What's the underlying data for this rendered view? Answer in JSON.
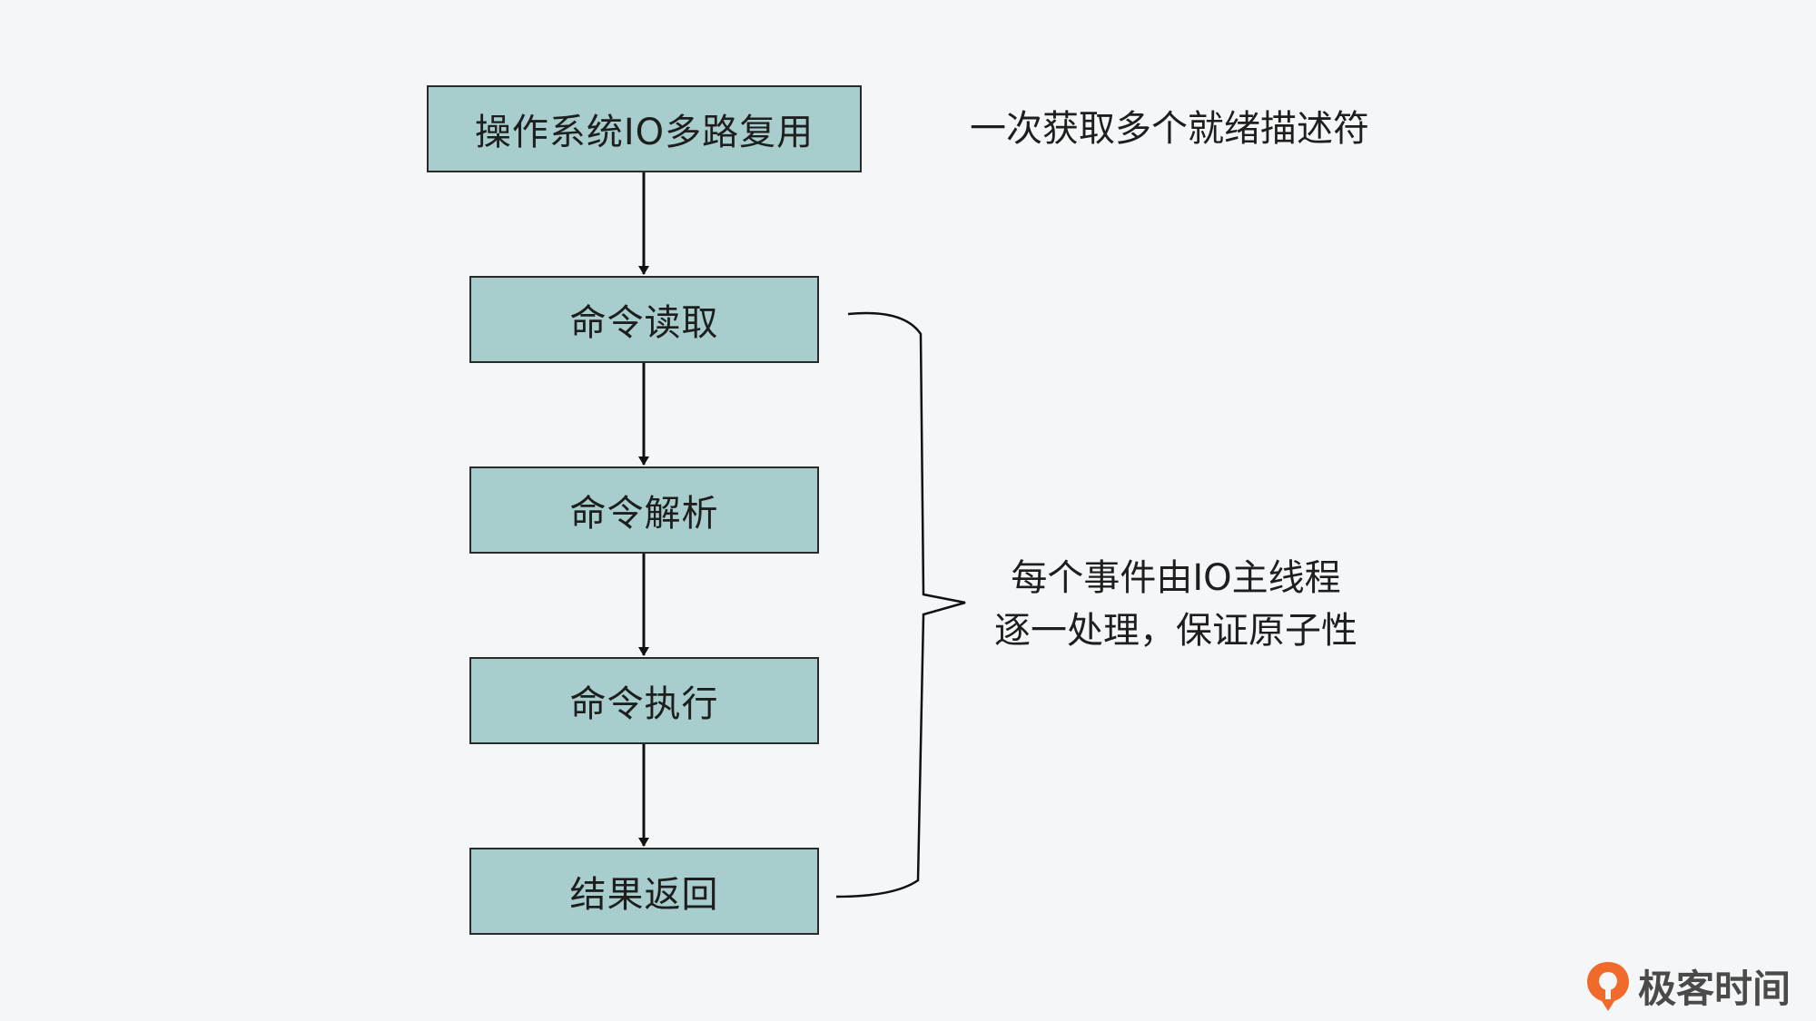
{
  "flow": {
    "steps": [
      {
        "label": "操作系统IO多路复用"
      },
      {
        "label": "命令读取"
      },
      {
        "label": "命令解析"
      },
      {
        "label": "命令执行"
      },
      {
        "label": "结果返回"
      }
    ]
  },
  "annotations": {
    "top_note": "一次获取多个就绪描述符",
    "brace_note_line1": "每个事件由IO主线程",
    "brace_note_line2": "逐一处理，保证原子性"
  },
  "branding": {
    "logo_text": "极客时间",
    "logo_color": "#f06a2b"
  },
  "colors": {
    "box_fill": "#a8cdcd",
    "background": "#f4f6f8"
  }
}
